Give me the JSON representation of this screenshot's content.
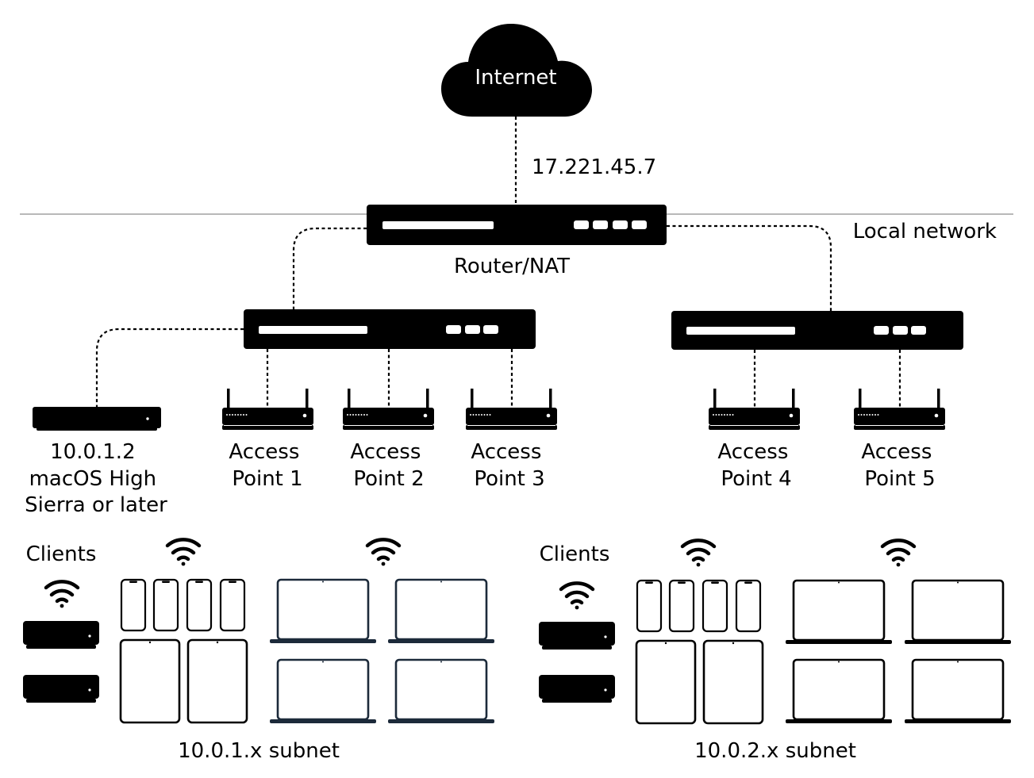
{
  "internet": {
    "label": "Internet"
  },
  "wan_ip": "17.221.45.7",
  "local_network_label": "Local network",
  "router": {
    "label": "Router/NAT"
  },
  "server": {
    "ip": "10.0.1.2",
    "os_line1": "macOS High",
    "os_line2": "Sierra or later"
  },
  "access_points": [
    {
      "line1": "Access",
      "line2": "Point 1"
    },
    {
      "line1": "Access",
      "line2": "Point 2"
    },
    {
      "line1": "Access",
      "line2": "Point 3"
    },
    {
      "line1": "Access",
      "line2": "Point 4"
    },
    {
      "line1": "Access",
      "line2": "Point 5"
    }
  ],
  "client_groups": [
    {
      "label": "Clients",
      "subnet": "10.0.1.x subnet"
    },
    {
      "label": "Clients",
      "subnet": "10.0.2.x subnet"
    }
  ],
  "colors": {
    "device": "#000000",
    "divider": "#b8b8b8",
    "laptop_left": "#1c2a3a"
  }
}
